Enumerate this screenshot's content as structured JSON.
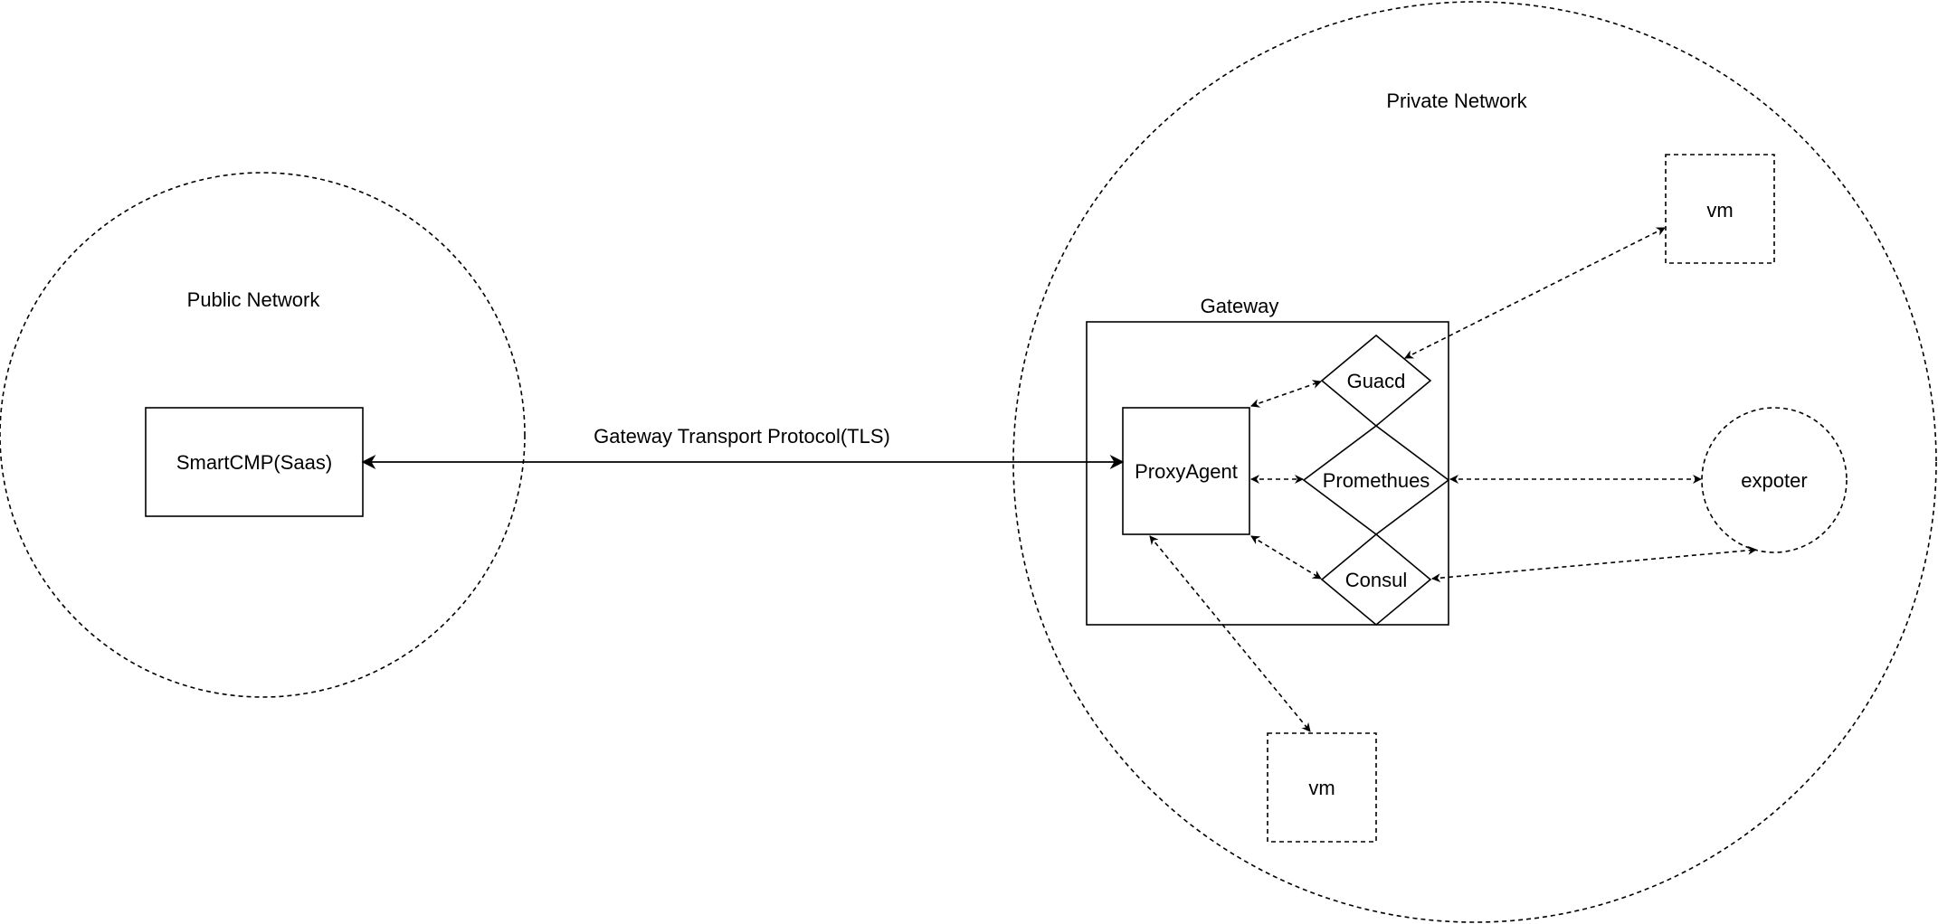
{
  "diagram": {
    "zones": {
      "public": {
        "label": "Public Network"
      },
      "private": {
        "label": "Private Network"
      }
    },
    "gateway": {
      "label": "Gateway"
    },
    "nodes": {
      "smartcmp": {
        "label": "SmartCMP(Saas)"
      },
      "proxyagent": {
        "label": "ProxyAgent"
      },
      "guacd": {
        "label": "Guacd"
      },
      "promethues": {
        "label": "Promethues"
      },
      "consul": {
        "label": "Consul"
      },
      "vm_top": {
        "label": "vm"
      },
      "vm_bottom": {
        "label": "vm"
      },
      "expoter": {
        "label": "expoter"
      }
    },
    "edges": {
      "transport": {
        "label": "Gateway Transport Protocol(TLS)"
      }
    }
  }
}
